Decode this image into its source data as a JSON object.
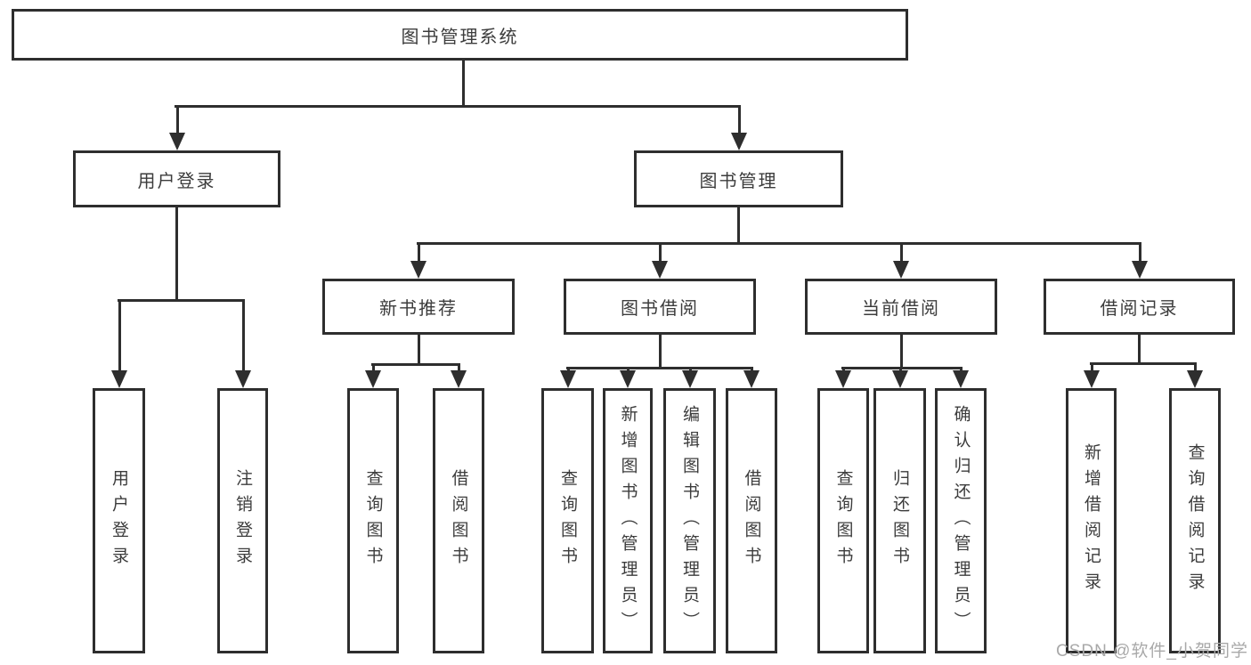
{
  "diagram_type": "functional-structure-tree",
  "tree": {
    "root": {
      "label": "图书管理系统",
      "children": [
        {
          "label": "用户登录",
          "children": [
            {
              "label": "用户登录"
            },
            {
              "label": "注销登录"
            }
          ]
        },
        {
          "label": "图书管理",
          "children": [
            {
              "label": "新书推荐",
              "children": [
                {
                  "label": "查询图书"
                },
                {
                  "label": "借阅图书"
                }
              ]
            },
            {
              "label": "图书借阅",
              "children": [
                {
                  "label": "查询图书"
                },
                {
                  "label": "新增图书（管理员）"
                },
                {
                  "label": "编辑图书（管理员）"
                },
                {
                  "label": "借阅图书"
                }
              ]
            },
            {
              "label": "当前借阅",
              "children": [
                {
                  "label": "查询图书"
                },
                {
                  "label": "归还图书"
                },
                {
                  "label": "确认归还（管理员）"
                }
              ]
            },
            {
              "label": "借阅记录",
              "children": [
                {
                  "label": "新增借阅记录"
                },
                {
                  "label": "查询借阅记录"
                }
              ]
            }
          ]
        }
      ]
    }
  },
  "watermark": {
    "text": "CSDN @软件_小贺同学"
  },
  "colors": {
    "line": "#2e2e2e",
    "box_border": "#2e2e2e",
    "text": "#3c3c3c",
    "watermark": "#a9a9a9",
    "background": "#ffffff"
  }
}
